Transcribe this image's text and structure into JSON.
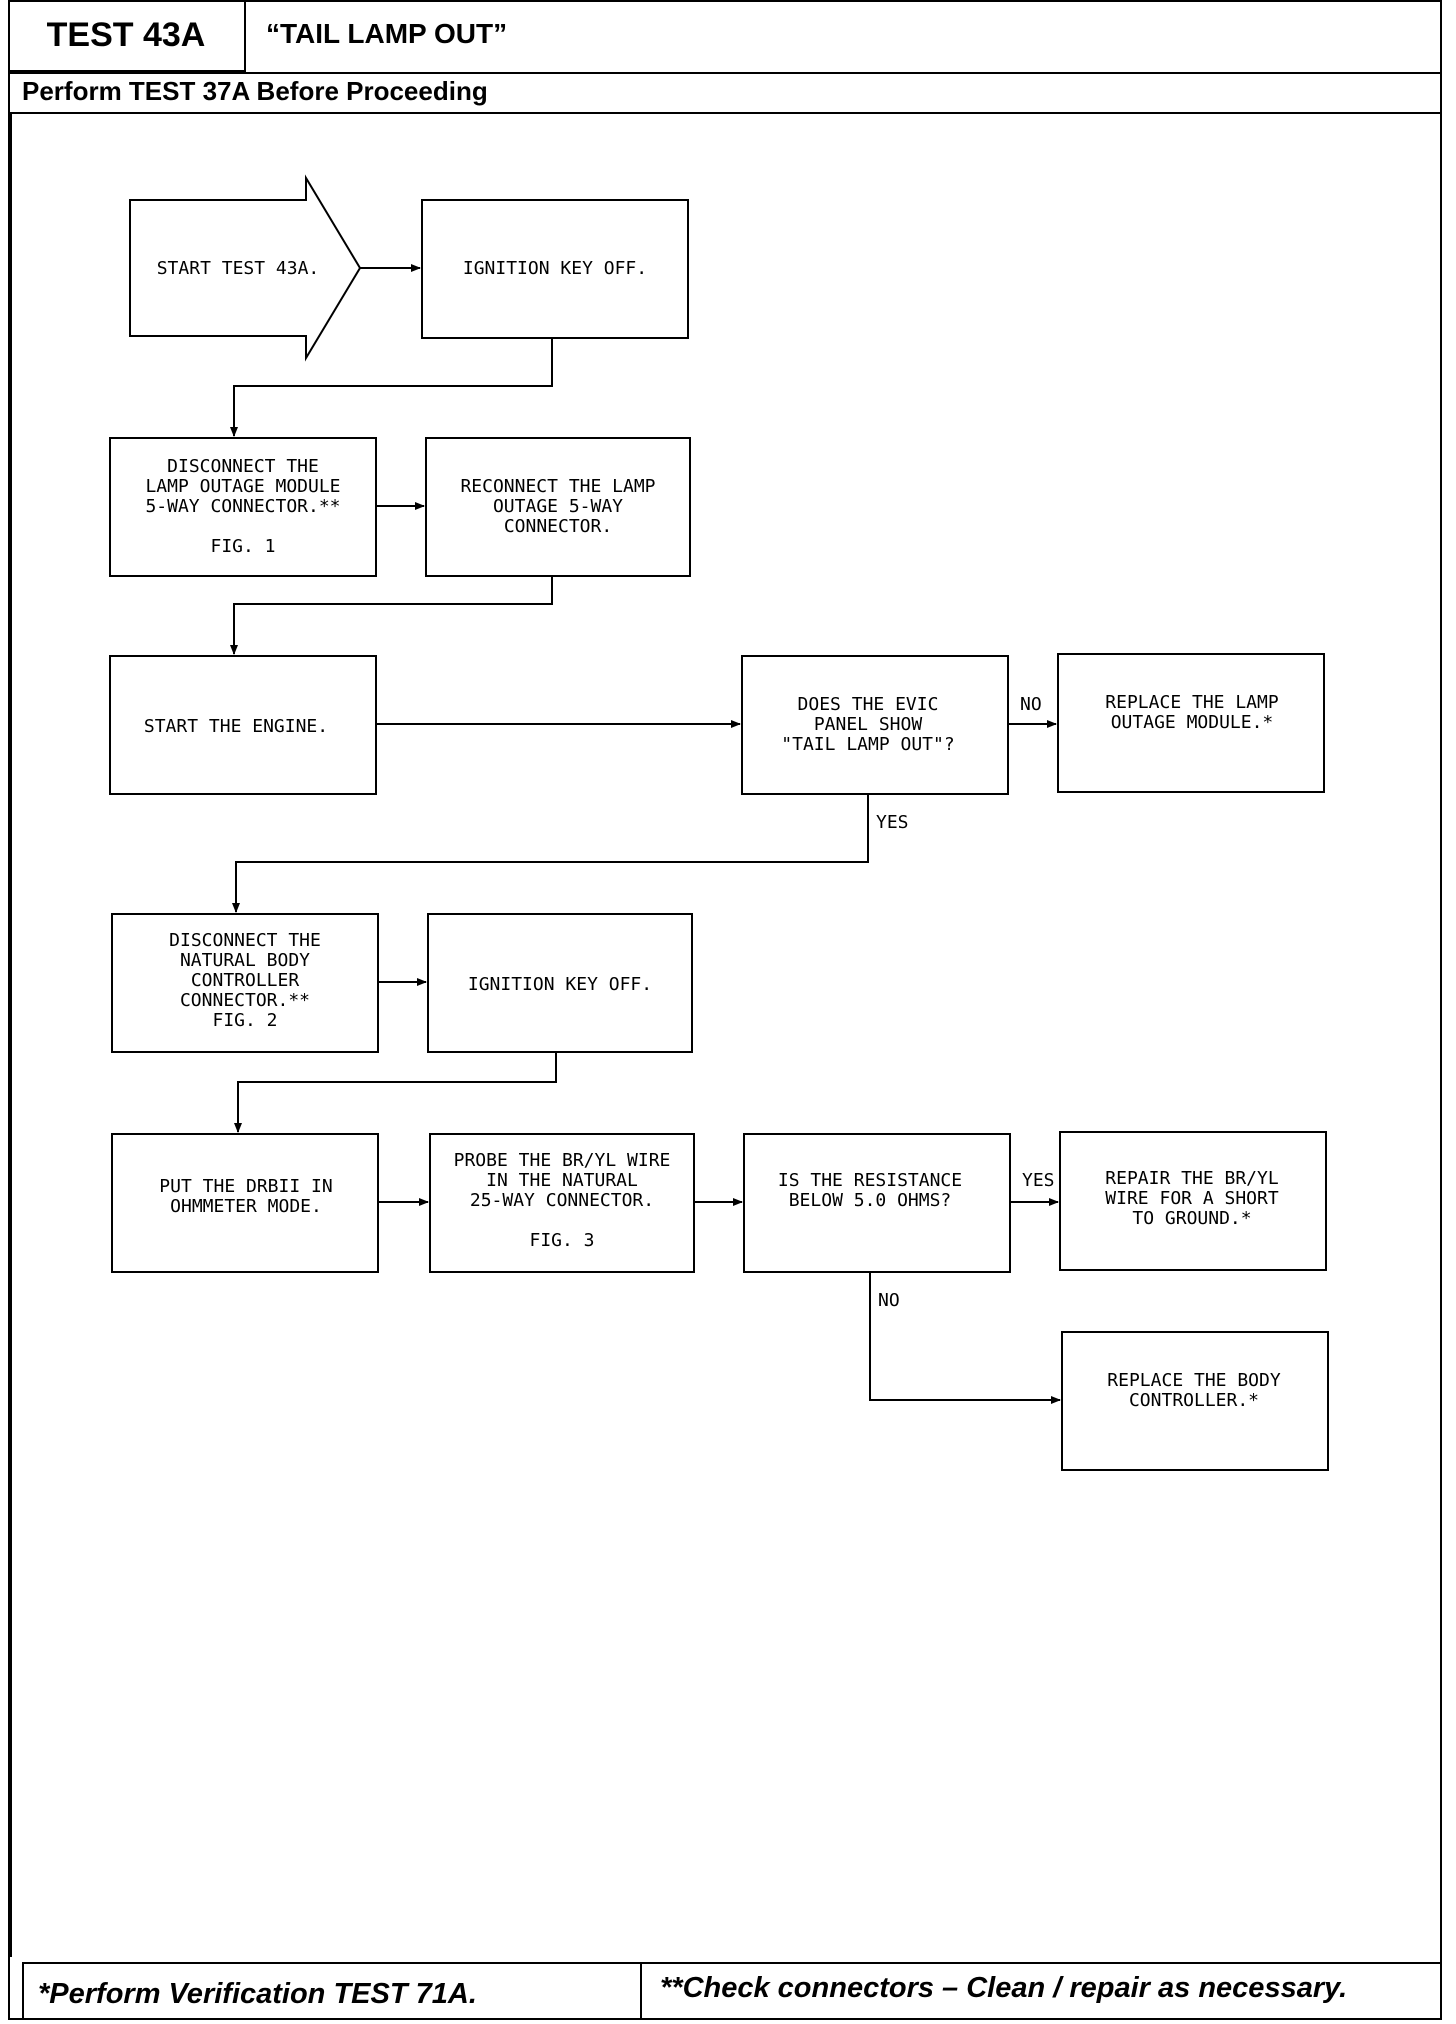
{
  "header": {
    "test_id": "TEST 43A",
    "title": "“TAIL LAMP OUT”",
    "prerequisite": "Perform TEST 37A Before Proceeding"
  },
  "steps": {
    "start": [
      "START TEST 43A."
    ],
    "ign_off_1": [
      "IGNITION KEY OFF."
    ],
    "disc_lamp": [
      "DISCONNECT THE",
      "LAMP OUTAGE MODULE",
      "5-WAY CONNECTOR.**",
      "",
      "FIG. 1"
    ],
    "reconnect": [
      "RECONNECT THE LAMP",
      "OUTAGE 5-WAY",
      "CONNECTOR."
    ],
    "start_engine": [
      "START THE ENGINE."
    ],
    "evic_q": [
      "DOES THE EVIC",
      "PANEL SHOW",
      "\"TAIL LAMP OUT\"?"
    ],
    "replace_lamp": [
      "REPLACE THE LAMP",
      "OUTAGE MODULE.*"
    ],
    "disc_body": [
      "DISCONNECT THE",
      "NATURAL BODY",
      "CONTROLLER",
      "CONNECTOR.**",
      "FIG. 2"
    ],
    "ign_off_2": [
      "IGNITION KEY OFF."
    ],
    "drbii": [
      "PUT THE DRBII IN",
      "OHMMETER MODE."
    ],
    "probe": [
      "PROBE THE BR/YL WIRE",
      "IN THE NATURAL",
      "25-WAY CONNECTOR.",
      "",
      "FIG. 3"
    ],
    "resist_q": [
      "IS THE RESISTANCE",
      "BELOW 5.0 OHMS?"
    ],
    "repair": [
      "REPAIR THE BR/YL",
      "WIRE FOR A SHORT",
      "TO GROUND.*"
    ],
    "replace_body": [
      "REPLACE THE BODY",
      "CONTROLLER.*"
    ]
  },
  "labels": {
    "no_1": "NO",
    "yes_1": "YES",
    "yes_2": "YES",
    "no_2": "NO"
  },
  "footer": {
    "left": "*Perform Verification TEST 71A.",
    "right": "**Check connectors – Clean / repair as necessary."
  }
}
